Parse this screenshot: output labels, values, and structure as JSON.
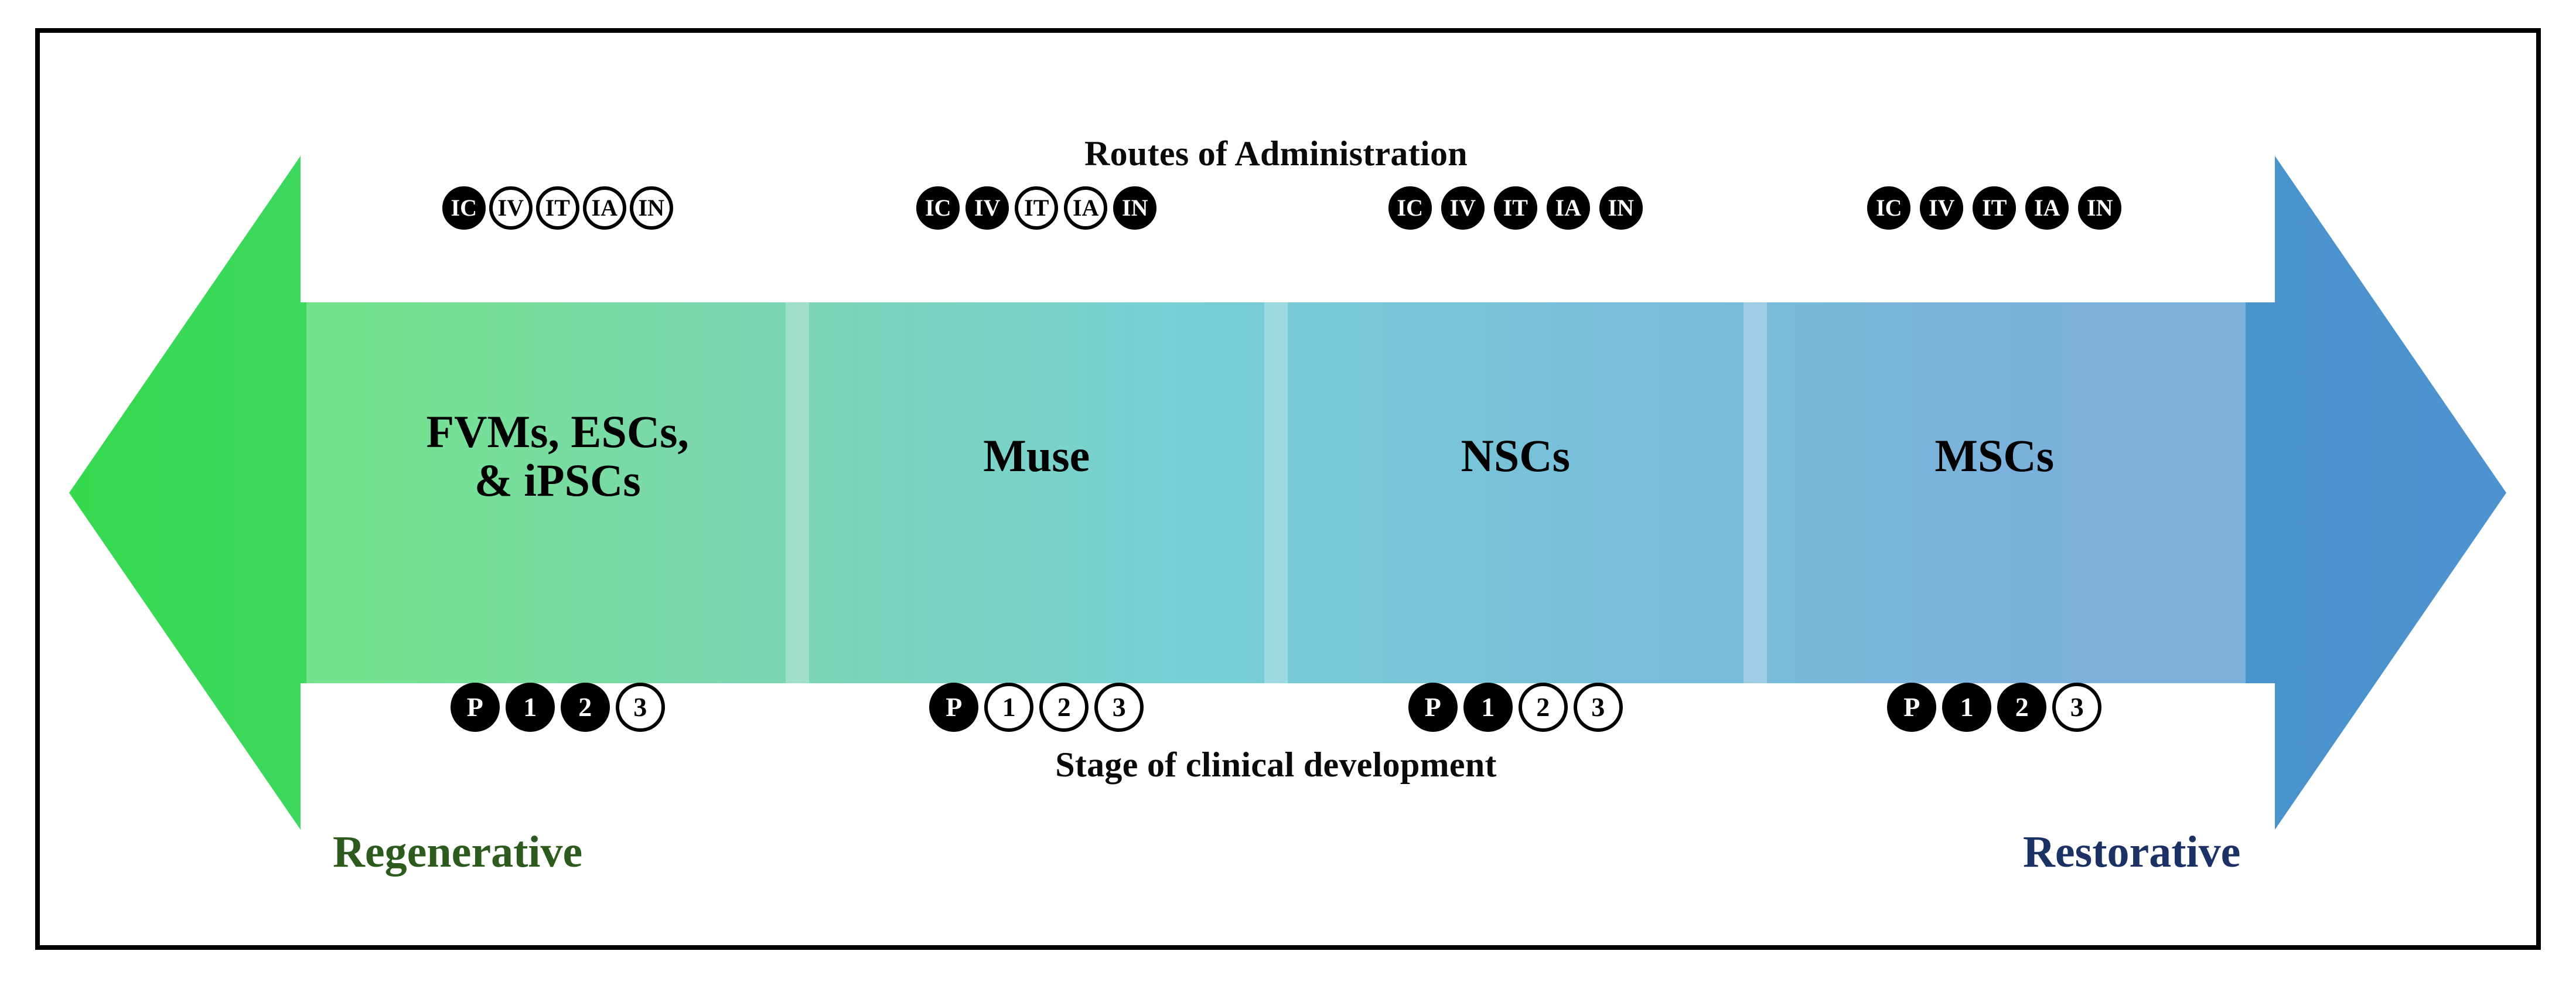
{
  "figure": {
    "header_band_label": "Routes of Administration",
    "footer_band_label": "Stage of clinical development",
    "left_end_label": "Regenerative",
    "right_end_label": "Restorative",
    "left_end_color": "#2d5b1e",
    "right_end_color": "#1c3264",
    "gradient_start_color": "#3ddb54",
    "gradient_mid_color": "#45c2c8",
    "gradient_end_color": "#4a90cd",
    "badge_filled_color": "#000000",
    "badge_outline_color": "#000000",
    "badge_filled_text_color": "#ffffff"
  },
  "routes_legend": [
    "IC",
    "IV",
    "IT",
    "IA",
    "IN"
  ],
  "phases_legend": [
    "P",
    "1",
    "2",
    "3"
  ],
  "columns": [
    {
      "title": "FVMs, ESCs,\n& iPSCs",
      "routes": [
        {
          "label": "IC",
          "state": "filled"
        },
        {
          "label": "IV",
          "state": "outline"
        },
        {
          "label": "IT",
          "state": "outline"
        },
        {
          "label": "IA",
          "state": "outline"
        },
        {
          "label": "IN",
          "state": "outline"
        }
      ],
      "phases": [
        {
          "label": "P",
          "state": "filled"
        },
        {
          "label": "1",
          "state": "filled"
        },
        {
          "label": "2",
          "state": "filled"
        },
        {
          "label": "3",
          "state": "outline"
        }
      ]
    },
    {
      "title": "Muse",
      "routes": [
        {
          "label": "IC",
          "state": "filled"
        },
        {
          "label": "IV",
          "state": "filled"
        },
        {
          "label": "IT",
          "state": "outline"
        },
        {
          "label": "IA",
          "state": "outline"
        },
        {
          "label": "IN",
          "state": "filled"
        }
      ],
      "phases": [
        {
          "label": "P",
          "state": "filled"
        },
        {
          "label": "1",
          "state": "outline"
        },
        {
          "label": "2",
          "state": "outline"
        },
        {
          "label": "3",
          "state": "outline"
        }
      ]
    },
    {
      "title": "NSCs",
      "routes": [
        {
          "label": "IC",
          "state": "filled"
        },
        {
          "label": "IV",
          "state": "filled"
        },
        {
          "label": "IT",
          "state": "filled"
        },
        {
          "label": "IA",
          "state": "filled"
        },
        {
          "label": "IN",
          "state": "filled"
        }
      ],
      "phases": [
        {
          "label": "P",
          "state": "filled"
        },
        {
          "label": "1",
          "state": "filled"
        },
        {
          "label": "2",
          "state": "outline"
        },
        {
          "label": "3",
          "state": "outline"
        }
      ]
    },
    {
      "title": "MSCs",
      "routes": [
        {
          "label": "IC",
          "state": "filled"
        },
        {
          "label": "IV",
          "state": "filled"
        },
        {
          "label": "IT",
          "state": "filled"
        },
        {
          "label": "IA",
          "state": "filled"
        },
        {
          "label": "IN",
          "state": "filled"
        }
      ],
      "phases": [
        {
          "label": "P",
          "state": "filled"
        },
        {
          "label": "1",
          "state": "filled"
        },
        {
          "label": "2",
          "state": "filled"
        },
        {
          "label": "3",
          "state": "outline"
        }
      ]
    }
  ]
}
